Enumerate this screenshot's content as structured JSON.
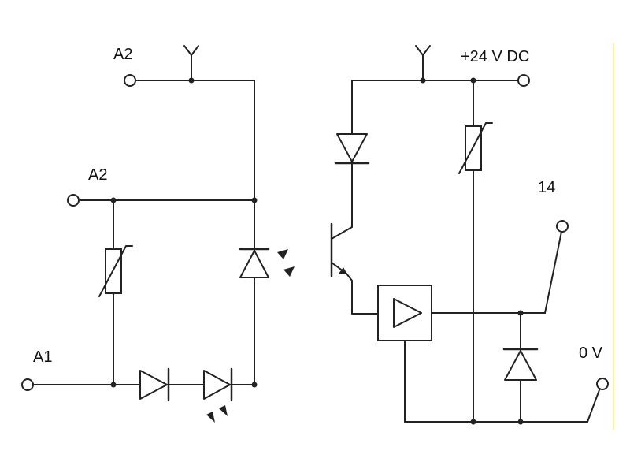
{
  "terminals": {
    "a2_top": "A2",
    "a2_mid": "A2",
    "a1": "A1",
    "supply": "+24 V DC",
    "output": "14",
    "ground": "0 V"
  }
}
